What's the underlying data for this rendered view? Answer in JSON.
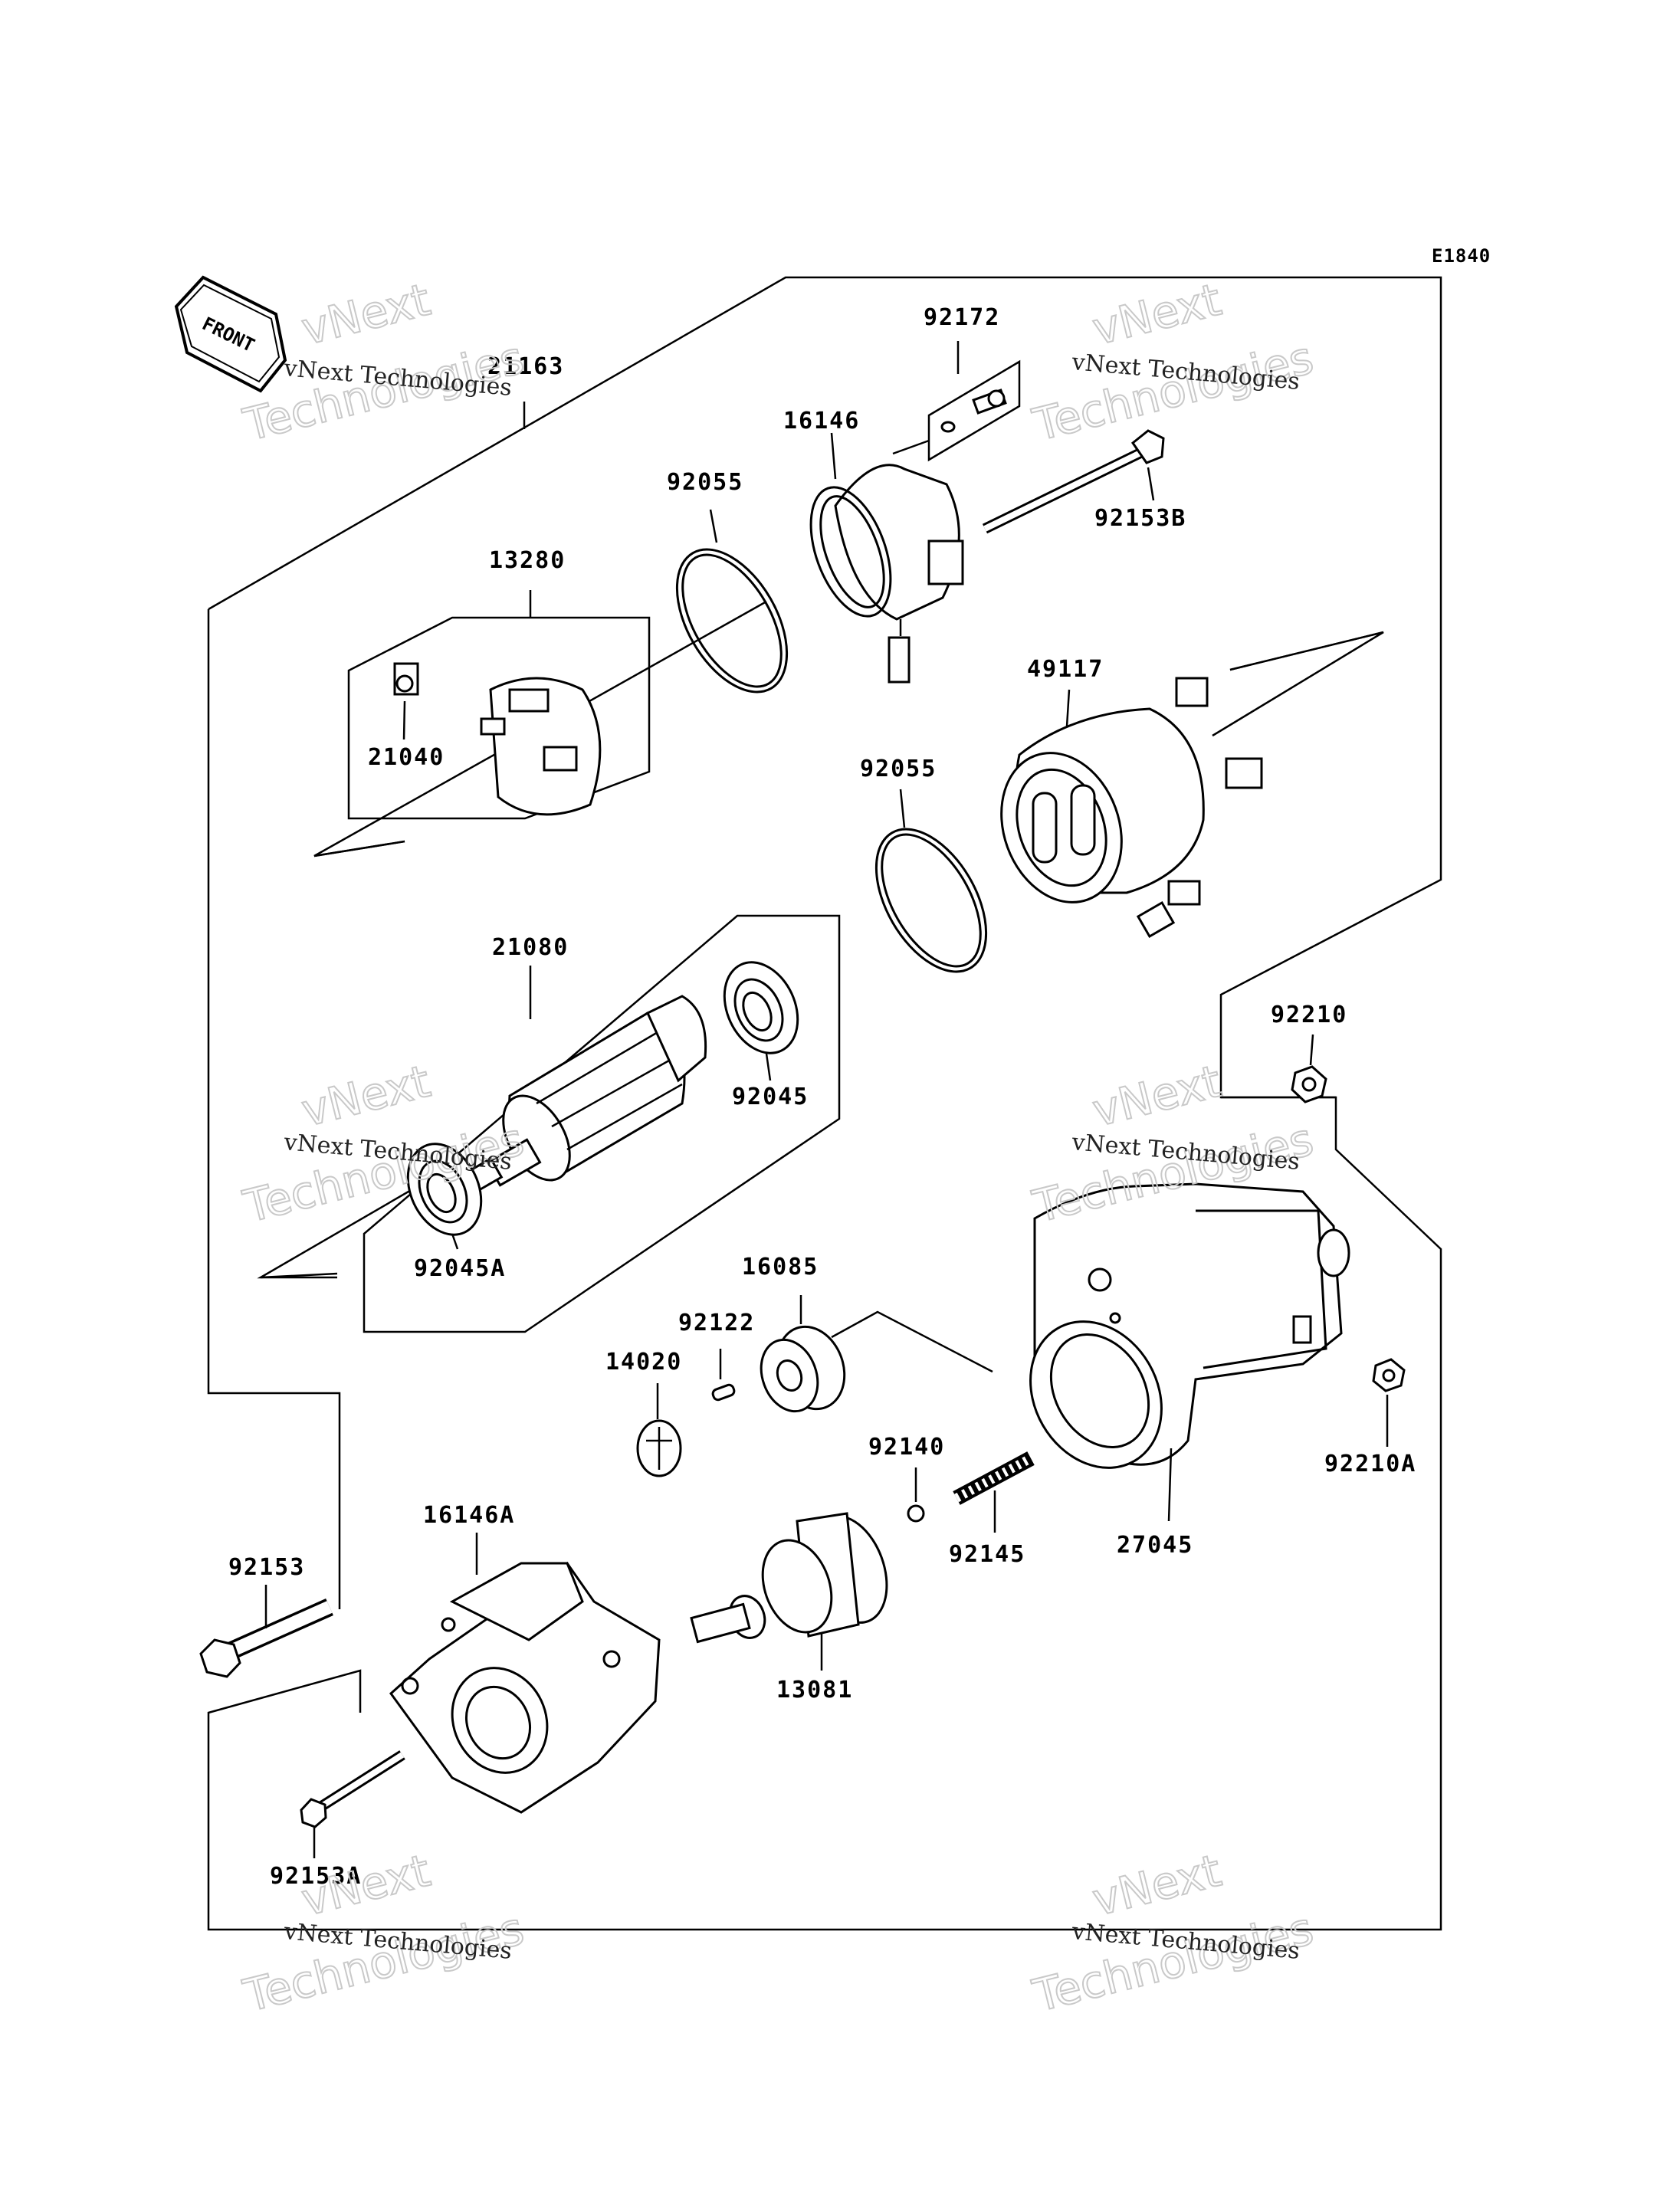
{
  "diagram_code": "E1840",
  "front_label": "FRONT",
  "watermark": {
    "line1": "vNext Technologies",
    "line2": "vNext",
    "line3": "Technologies"
  },
  "parts": {
    "p21163": "21163",
    "p92172": "92172",
    "p16146": "16146",
    "p92055a": "92055",
    "p92153B": "92153B",
    "p13280": "13280",
    "p21040": "21040",
    "p49117": "49117",
    "p92055b": "92055",
    "p21080": "21080",
    "p92045": "92045",
    "p92045A": "92045A",
    "p92210": "92210",
    "p16085": "16085",
    "p92122": "92122",
    "p14020": "14020",
    "p92140": "92140",
    "p92210A": "92210A",
    "p92145": "92145",
    "p27045": "27045",
    "p16146A": "16146A",
    "p92153": "92153",
    "p13081": "13081",
    "p92153A": "92153A"
  }
}
